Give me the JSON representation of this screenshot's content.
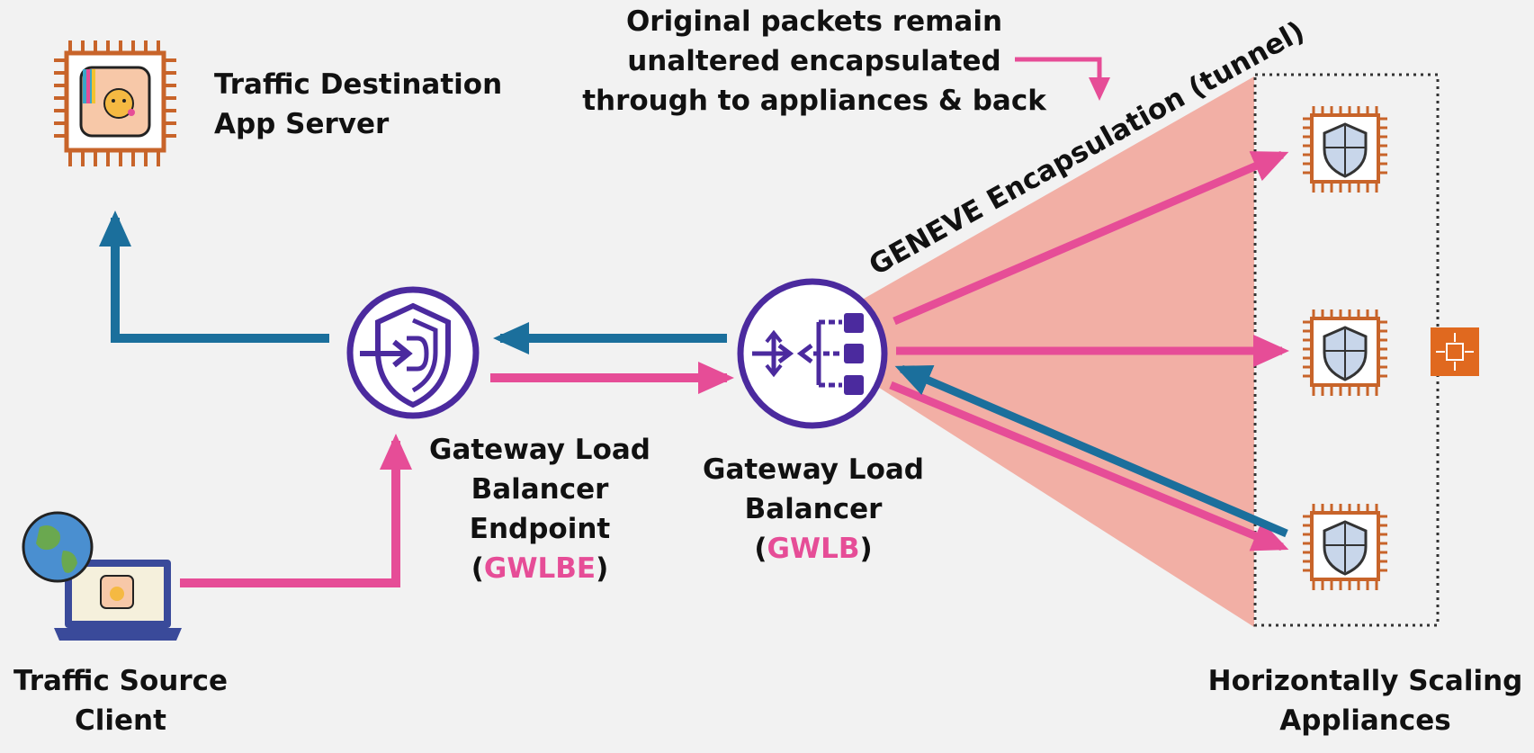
{
  "labels": {
    "destination": [
      "Traffic Destination",
      "App Server"
    ],
    "source": [
      "Traffic Source",
      "Client"
    ],
    "gwlbe": {
      "lines": [
        "Gateway Load",
        "Balancer",
        "Endpoint"
      ],
      "tag": "GWLBE"
    },
    "gwlb": {
      "lines": [
        "Gateway Load",
        "Balancer"
      ],
      "tag": "GWLB"
    },
    "appliances": [
      "Horizontally Scaling",
      "Appliances"
    ],
    "note": [
      "Original packets remain",
      "unaltered encapsulated",
      "through to appliances & back"
    ],
    "tunnel": "GENEVE Encapsulation (tunnel)",
    "open_paren": "(",
    "close_paren": ")"
  },
  "colors": {
    "pink": "#e64d97",
    "blue": "#1b6f9c",
    "purple": "#4b2a9e",
    "chip_orange": "#c8642a",
    "tunnel_fill": "#f2a79c",
    "background": "#f2f2f2"
  },
  "icons": {
    "destination": "app-server-chip-icon",
    "source": "laptop-globe-icon",
    "gwlbe": "gateway-endpoint-shield-icon",
    "gwlb": "gateway-load-balancer-icon",
    "appliance": "shield-chip-icon",
    "scaling": "auto-scaling-icon"
  }
}
